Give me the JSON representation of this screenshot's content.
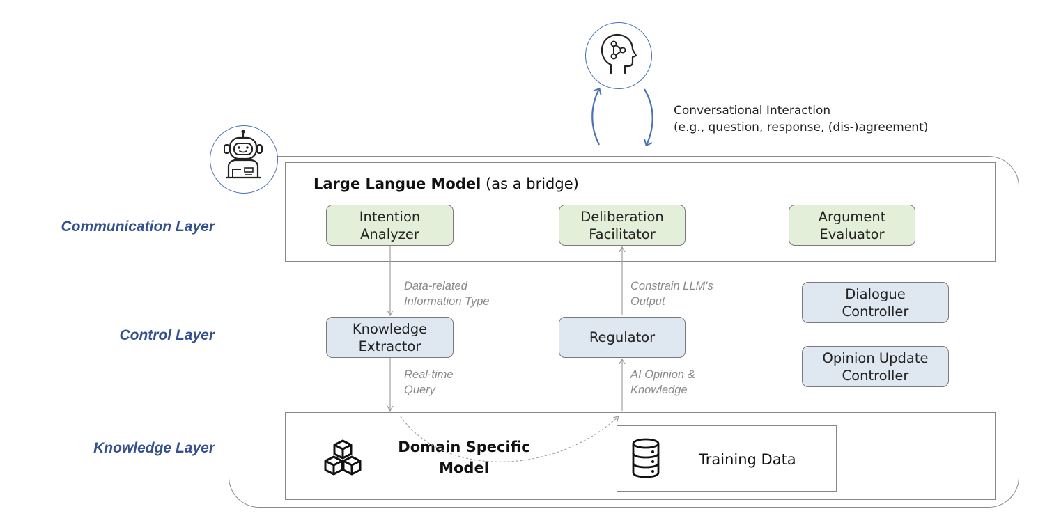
{
  "layers": {
    "communication": "Communication Layer",
    "control": "Control Layer",
    "knowledge": "Knowledge Layer"
  },
  "llm": {
    "title_bold": "Large Langue Model",
    "title_rest": " (as a bridge)"
  },
  "modules": {
    "intention_analyzer": "Intention\nAnalyzer",
    "deliberation_facilitator": "Deliberation\nFacilitator",
    "argument_evaluator": "Argument\nEvaluator",
    "knowledge_extractor": "Knowledge\nExtractor",
    "regulator": "Regulator",
    "dialogue_controller": "Dialogue\nController",
    "opinion_update_controller": "Opinion Update\nController"
  },
  "edges": {
    "data_related": "Data-related\nInformation Type",
    "constrain": "Constrain LLM's\nOutput",
    "realtime": "Real-time\nQuery",
    "ai_opinion": "AI Opinion &\nKnowledge"
  },
  "knowledge": {
    "domain_model": "Domain Specific\nModel",
    "training_data": "Training Data"
  },
  "interaction": {
    "text": "Conversational Interaction\n(e.g., question, response, (dis-)agreement)"
  },
  "colors": {
    "accent_blue": "#33508f",
    "icon_blue": "#4a72b4",
    "communication_module_fill": "#e3efd8",
    "control_module_fill": "#dfe7f1"
  },
  "icons": {
    "human": "human-head-network-icon",
    "robot": "robot-icon",
    "domain_model": "cubes-icon",
    "training_data": "database-icon"
  }
}
